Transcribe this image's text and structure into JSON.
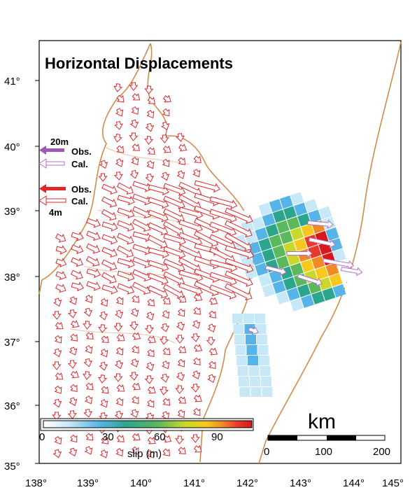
{
  "title": "Horizontal Displacements",
  "legend": {
    "obs_large_scale": "20m",
    "obs_label": "Obs.",
    "cal_label": "Cal.",
    "small_scale": "4m",
    "obs_large_color": "#9b59b6",
    "obs_small_color": "#e0252b"
  },
  "lat_ticks": [
    "35°",
    "36°",
    "37°",
    "38°",
    "39°",
    "40°",
    "41°"
  ],
  "lon_ticks": [
    "138°",
    "139°",
    "140°",
    "141°",
    "142°",
    "143°",
    "144°",
    "145°"
  ],
  "colorbar": {
    "label": "slip (m)",
    "ticks": [
      "0",
      "30",
      "60",
      "90"
    ],
    "range": [
      0,
      110
    ],
    "colors": [
      "#ffffff",
      "#c7e9f7",
      "#56b4e9",
      "#2ca58d",
      "#5cb85c",
      "#c9d82a",
      "#f7c81d",
      "#f08a24",
      "#e83a2c",
      "#d7191c"
    ]
  },
  "scalebar": {
    "unit": "km",
    "ticks": [
      "0",
      "100",
      "200"
    ]
  },
  "colors": {
    "coast": "#d08c4c",
    "land_arrow": "#e0252b",
    "cal_arrow": "#b46ec8"
  }
}
